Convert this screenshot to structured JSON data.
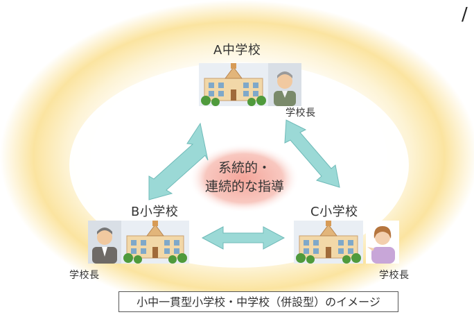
{
  "schools": {
    "a": {
      "name": "A中学校"
    },
    "b": {
      "name": "B小学校"
    },
    "c": {
      "name": "C小学校"
    }
  },
  "principal_label": "学校長",
  "center": {
    "line1": "系統的・",
    "line2": "連続的な指導"
  },
  "caption": "小中一貫型小学校・中学校（併設型）のイメージ",
  "corner_mark": "/",
  "colors": {
    "ring_outer": "#fde9b0",
    "ring_inner": "#f8c64a",
    "arrow": "#8fd3d1",
    "arrow_edge": "#6fbab8",
    "center_blob": "#f6b5ac"
  }
}
